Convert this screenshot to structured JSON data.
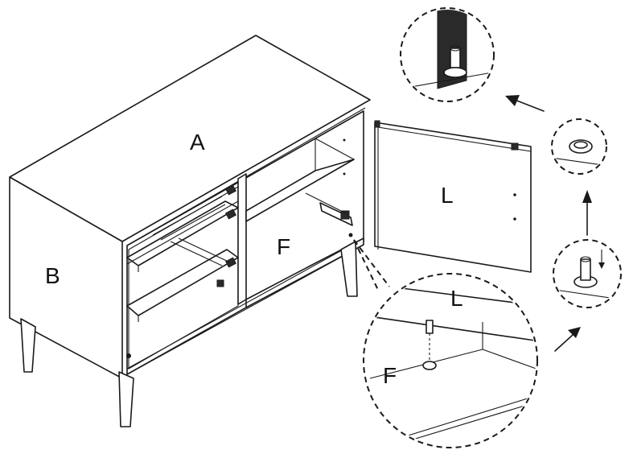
{
  "diagram": {
    "labels": {
      "top_panel": "A",
      "side_panel": "B",
      "bottom_panel": "F",
      "door_panel": "L",
      "detail_door": "L",
      "detail_bottom": "F"
    }
  }
}
